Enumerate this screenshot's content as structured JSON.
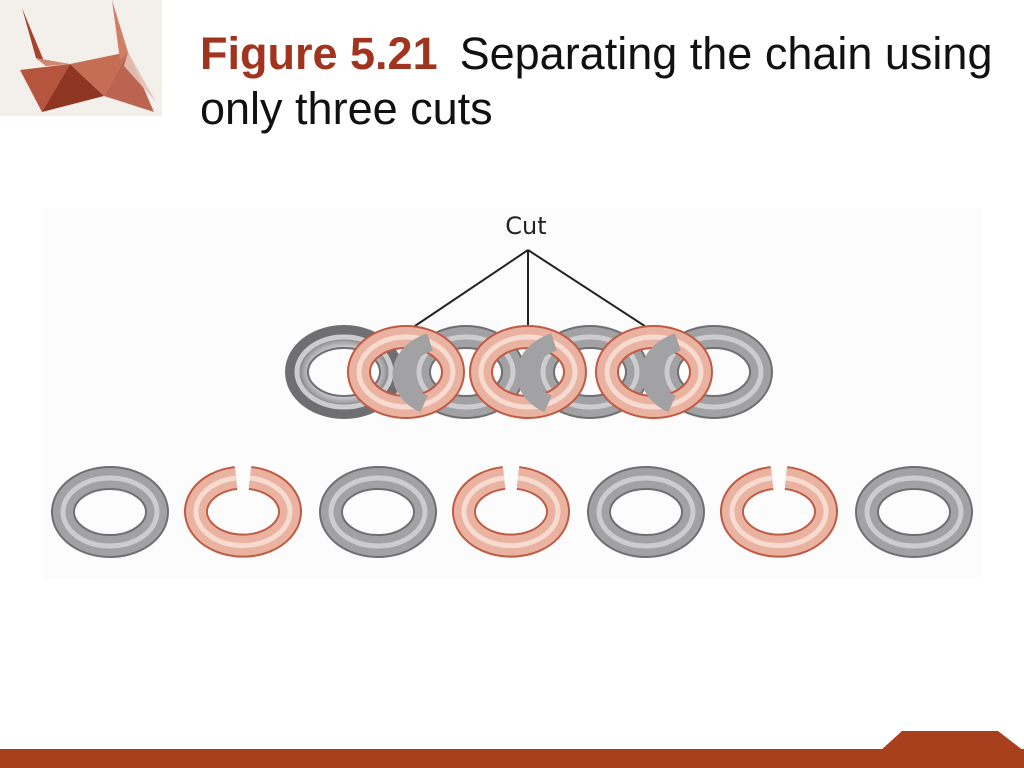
{
  "slide": {
    "figure_label": "Figure 5.21",
    "title": "Separating the chain using only three cuts"
  },
  "diagram": {
    "cut_label": "Cut",
    "chain_links": [
      "gray",
      "pink",
      "gray",
      "pink",
      "gray",
      "pink",
      "gray"
    ],
    "separated_rings": [
      "closed",
      "open",
      "closed",
      "open",
      "closed",
      "open",
      "closed"
    ]
  },
  "colors": {
    "accent": "#a8401e",
    "title_label": "#a0341f",
    "gray_ring": "#9a9a9c",
    "pink_ring": "#eab2a0",
    "ring_outline": "#bf5a44"
  }
}
